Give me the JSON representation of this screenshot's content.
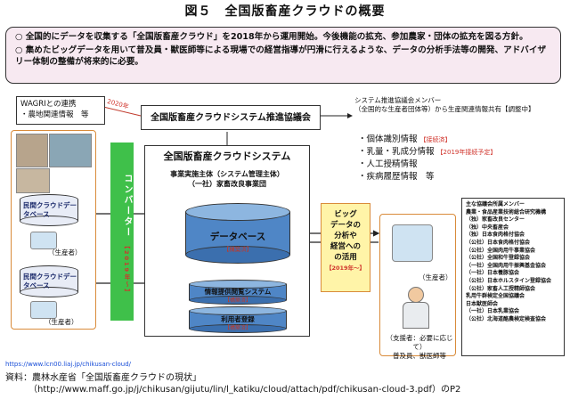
{
  "title": "図５　全国版畜産クラウドの概要",
  "summary": [
    "○ 全国的にデータを収集する「全国版畜産クラウド」を2018年から運用開始。今後機能の拡充、参加農家・団体の拡充を図る方針。",
    "○ 集めたビッグデータを用いて普及員・獣医師等による現場での経営指導が円滑に行えるような、データの分析手法等の開発、アドバイザリー体制の整備が将来的に必要。"
  ],
  "wagri": {
    "line1": "WAGRIとの連携",
    "line2": "・農地関連情報　等",
    "year": "2020年"
  },
  "council": {
    "label": "全国版畜産クラウドシステム推進協議会"
  },
  "members_top": {
    "line1": "システム推進協議会メンバー",
    "line2": "（全国的な生産者団体等）から生産関連情報共有【調整中】",
    "items": [
      {
        "text": "・個体識別情報",
        "tag": "【接続済】"
      },
      {
        "text": "・乳量・乳成分情報",
        "tag": "【2019年接続予定】"
      },
      {
        "text": "・人工授精情報",
        "tag": ""
      },
      {
        "text": "・疾病履歴情報　等",
        "tag": ""
      }
    ]
  },
  "system": {
    "title": "全国版畜産クラウドシステム",
    "operator1": "事業実施主体（システム管理主体）",
    "operator2": "（一社）家畜改良事業団",
    "db_label": "データベース",
    "db_tag": "【構築済】",
    "info_label": "情報提供閲覧システム",
    "info_tag": "【構築済】",
    "reg_label": "利用者登録",
    "reg_tag": "【構築済】"
  },
  "converter": {
    "label": "コンバーター",
    "tag": "【2019年〜】"
  },
  "private_cloud_label": "民間クラウドデータベース",
  "producer_label": "（生産者）",
  "bigdata": {
    "lines": [
      "ビッグ",
      "データの",
      "分析や",
      "経営への",
      "の活用"
    ],
    "tag": "【2019年〜】"
  },
  "right": {
    "producer": "（生産者）",
    "support1": "（支援者：必要に応じて）",
    "support2": "普及員、獣医師等"
  },
  "members_list": {
    "header1": "主な協議会所属メンバー",
    "header2": "農業・食品産業技術総合研究機構",
    "items": [
      "（独）家畜改良センター",
      "（独）中央畜産会",
      "（独）日本食肉格付協会",
      "（公社）日本食肉格付協会",
      "（公社）全国肉用牛事業協会",
      "（公社）全国和牛登録協会",
      "（一社）全国肉用牛振興基金協会",
      "（一社）日本養豚協会",
      "（公社）日本ホルスタイン登録協会",
      "（公社）家畜人工授精師協会",
      "乳用牛群検定全国協議会",
      "日本獣医師会",
      "（一社）日本乳業協会",
      "（公社）北海道酪農検定検査協会"
    ]
  },
  "source_url": "https://www.lcn00.liaj.jp/chikusan-cloud/",
  "footnote": {
    "line1": "資料：農林水産省「全国版畜産クラウドの現状」",
    "line2": "（http://www.maff.go.jp/j/chikusan/gijutu/lin/l_katiku/cloud/attach/pdf/chikusan-cloud-3.pdf）のP2"
  }
}
